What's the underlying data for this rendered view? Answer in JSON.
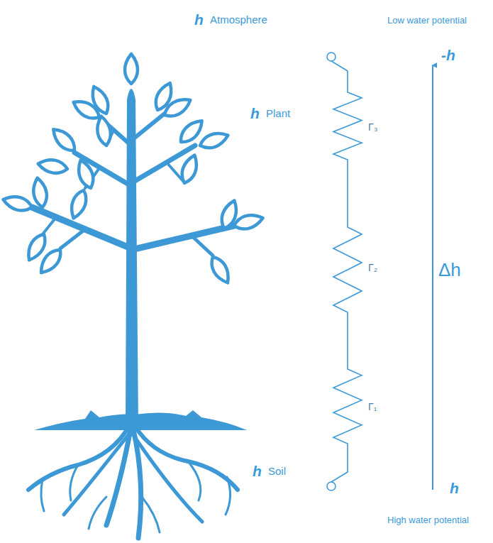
{
  "diagram": {
    "labels": [
      "h",
      "Atmosphere",
      "Low water potential",
      "-h",
      "h",
      "Plant",
      "Γ₃",
      "Γ₂",
      "Δh",
      "Γ₁",
      "h",
      "Soil",
      "h",
      "High water potential"
    ]
  }
}
